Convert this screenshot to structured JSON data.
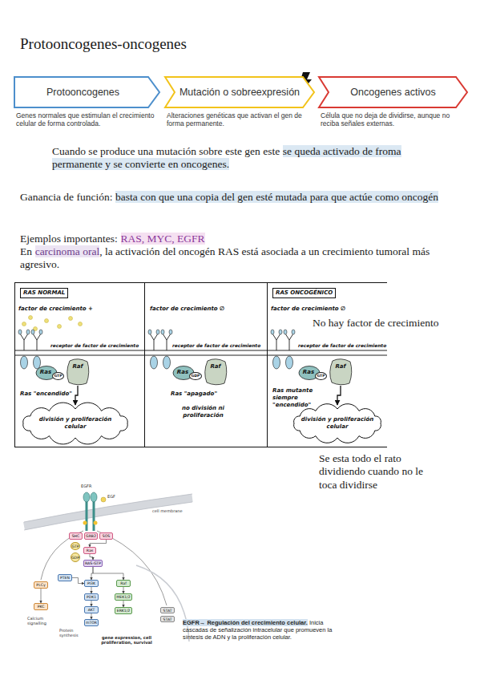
{
  "diagram": {
    "title": "Protooncogenes-oncogenes",
    "nodes": [
      {
        "text": [
          "Protooncogenes",
          "Genes normales que estimulan el crecimiento celular de forma controlada."
        ]
      },
      {
        "text": [
          "Mutación o sobreexpresión",
          "Alteraciones genéticas que activan el gen de forma permanente."
        ]
      },
      {
        "text": [
          "Oncogenes activos",
          "Célula que no deja de dividirse, aunque no reciba señales externas."
        ]
      },
      {
        "text": [
          "RAS NORMAL",
          "factor de crecimiento +",
          "receptor de factor de crecimiento",
          "Ras \"encendido\""
        ]
      },
      {
        "text": [
          "Ras",
          "GTP"
        ],
        "in": 3
      },
      {
        "text": [
          "Raf"
        ],
        "in": 3
      },
      {
        "text": [
          "división y proliferación celular"
        ],
        "in": 3
      },
      {
        "text": [
          "factor de crecimiento ∅",
          "receptor de factor de crecimiento",
          "Ras \"apagado\"",
          "no división ni proliferación"
        ]
      },
      {
        "text": [
          "Ras",
          "GDP"
        ],
        "in": 7
      },
      {
        "text": [
          "Raf"
        ],
        "in": 7
      },
      {
        "text": [
          "RAS ONCOGÉNICO",
          "factor de crecimiento ∅",
          "receptor de factor de crecimiento",
          "Ras mutante siempre \"encendido\""
        ]
      },
      {
        "text": [
          "Ras",
          "GTP"
        ],
        "in": 10
      },
      {
        "text": [
          "Raf"
        ],
        "in": 10
      },
      {
        "text": [
          "división y proliferación celular"
        ],
        "in": 10
      },
      {
        "text": [
          "SHC"
        ]
      },
      {
        "text": [
          "GRB2"
        ]
      },
      {
        "text": [
          "SOS"
        ]
      },
      {
        "text": [
          "GTP"
        ]
      },
      {
        "text": [
          "Ras"
        ]
      },
      {
        "text": [
          "GDP"
        ]
      },
      {
        "text": [
          "RAS-GTP"
        ]
      },
      {
        "text": [
          "PLCγ"
        ]
      },
      {
        "text": [
          "PKC"
        ]
      },
      {
        "text": [
          "PTEN"
        ]
      },
      {
        "text": [
          "PI3K"
        ]
      },
      {
        "text": [
          "PDK1"
        ]
      },
      {
        "text": [
          "AKT"
        ]
      },
      {
        "text": [
          "mTOR"
        ]
      },
      {
        "text": [
          "Raf"
        ]
      },
      {
        "text": [
          "MEK1/2"
        ]
      },
      {
        "text": [
          "ERK1/2"
        ]
      },
      {
        "text": [
          "STAT"
        ]
      },
      {
        "text": [
          "STAT"
        ]
      }
    ],
    "edges": [
      {
        "from": 5,
        "to": 6,
        "arrow": "to"
      },
      {
        "from": 12,
        "to": 13,
        "arrow": "to"
      },
      {
        "from": 16,
        "to": 18,
        "arrow": "to"
      },
      {
        "from": 18,
        "to": 20,
        "arrow": "to"
      },
      {
        "from": 20,
        "to": 24,
        "arrow": "to"
      },
      {
        "from": 20,
        "to": 28,
        "arrow": "to"
      },
      {
        "from": 21,
        "to": 22,
        "arrow": "to"
      },
      {
        "from": 23,
        "to": 24,
        "arrow": "to"
      },
      {
        "from": 24,
        "to": 25,
        "arrow": "to"
      },
      {
        "from": 25,
        "to": 26,
        "arrow": "to"
      },
      {
        "from": 26,
        "to": 27,
        "arrow": "to"
      },
      {
        "from": 28,
        "to": 29,
        "arrow": "to"
      },
      {
        "from": 29,
        "to": 30,
        "arrow": "to"
      }
    ],
    "labels": [
      "Cuando se produce una mutación sobre este gen este",
      "se queda activado de froma permanente y se convierte en oncogenes.",
      "Ganancia de función:",
      "basta con que una copia del gen esté mutada para que actúe como oncogén",
      "Ejemplos importantes:",
      "RAS, MYC, EGFR",
      "En",
      "carcinoma oral",
      ", la activación del oncogén RAS está asociada a un crecimiento tumoral más agresivo.",
      "No hay factor de crecimiento",
      "Se esta todo el rato dividiendo cuando no le toca dividirse",
      "EGFR",
      "EGF",
      "cell membrane",
      "Calcium signalling",
      "Protein synthesis",
      "gene expression, cell proliferation, survival",
      "EGFR→ Regulación del crecimiento celular.",
      "Inicia cascadas de señalización intracelular que promueven la síntesis de ADN y la proliferación celular."
    ]
  }
}
